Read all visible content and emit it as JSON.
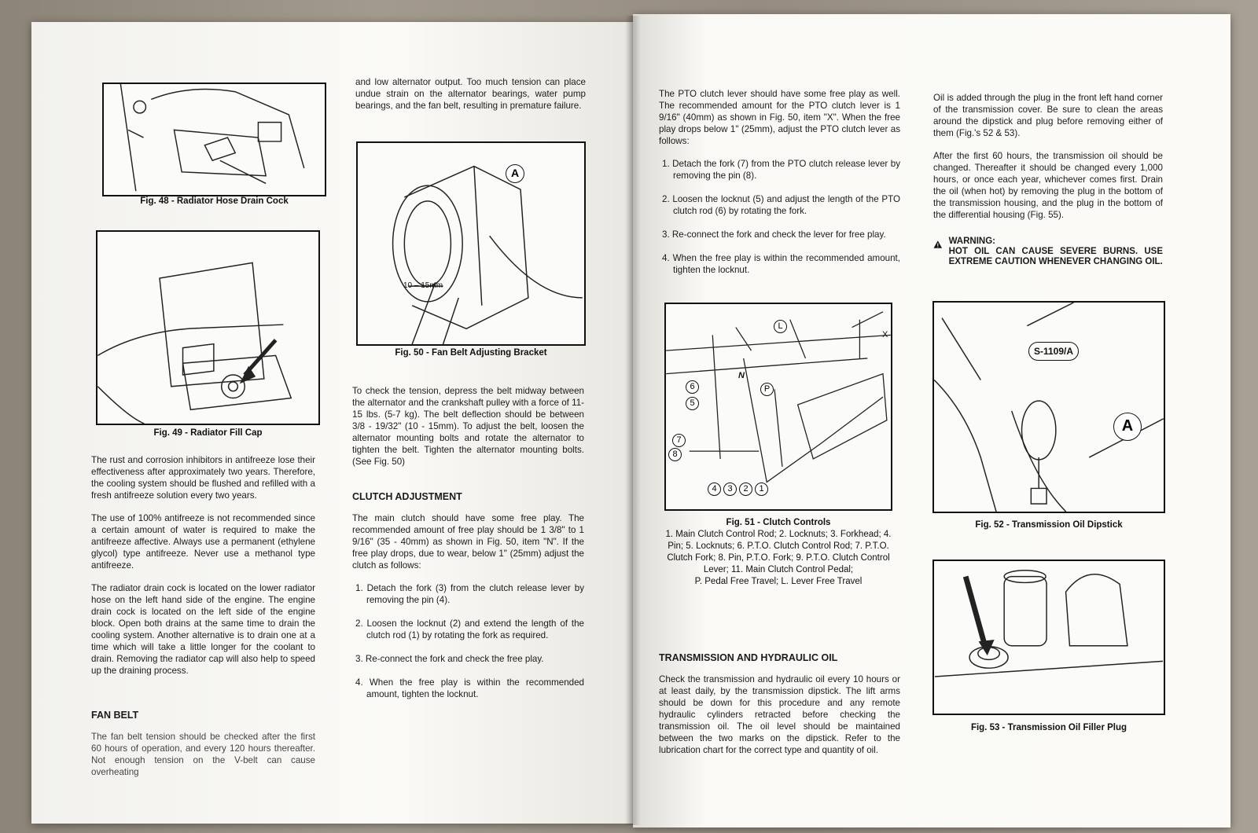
{
  "left_page": {
    "fig48": {
      "caption": "Fig. 48 - Radiator Hose Drain Cock"
    },
    "fig49": {
      "caption": "Fig. 49 - Radiator Fill Cap"
    },
    "col1": {
      "p1": "The rust and corrosion inhibitors in antifreeze lose their effectiveness after approximately two years. Therefore, the cooling system should be flushed and refilled with a fresh antifreeze solution every two years.",
      "p2": "The use of 100% antifreeze is not recommended since a certain amount of water is required to make the antifreeze affective. Always use a permanent (ethylene glycol) type antifreeze. Never use a methanol type antifreeze.",
      "p3": "The radiator drain cock is located on the lower radiator hose on the left hand side of the engine. The engine drain cock is located on the left side of the engine block. Open both drains at the same time to drain the cooling system. Another alternative is to drain one at a time which will take a little longer for the coolant to drain. Removing the radiator cap will also help to speed up the draining process.",
      "heading": "FAN BELT",
      "p4": "The fan belt tension should be checked after the first 60 hours of operation, and every 120 hours thereafter. Not enough tension on the V-belt can cause overheating"
    },
    "col2": {
      "p0": "and low alternator output. Too much tension can place undue strain on the alternator bearings, water pump bearings, and the fan belt, resulting in premature failure.",
      "fig50": {
        "caption": "Fig. 50 - Fan Belt Adjusting Bracket",
        "label_a": "A",
        "label_dim": "10 – 15mm"
      },
      "p1": "To check the tension, depress the belt midway between the alternator and the crankshaft pulley with a force of 11-15 lbs. (5-7 kg). The belt deflection should be between 3/8 - 19/32\" (10 - 15mm). To adjust the belt, loosen the alternator mounting bolts and rotate the alternator to tighten the belt. Tighten the alternator mounting bolts. (See Fig. 50)",
      "heading": "CLUTCH ADJUSTMENT",
      "p2": "The main clutch should have some free play. The recommended amount of free play should be 1 3/8\" to 1 9/16\" (35 - 40mm) as shown in Fig. 50, item \"N\". If the free play drops, due to wear, below 1\" (25mm) adjust the clutch as follows:",
      "steps": [
        "1. Detach the fork (3) from the clutch release lever by removing the pin (4).",
        "2. Loosen the locknut (2) and extend the length of the clutch rod (1) by rotating the fork as required.",
        "3. Re-connect the fork and check the free play.",
        "4. When the free play is within the recommended amount, tighten the locknut."
      ]
    }
  },
  "right_page": {
    "col3": {
      "p1": "The PTO clutch lever should have some free play as well. The recommended amount for the PTO clutch lever is 1 9/16\" (40mm) as shown in Fig. 50, item \"X\". When the free play drops below 1\" (25mm), adjust the PTO clutch lever as follows:",
      "steps": [
        "1. Detach the fork (7) from the PTO clutch release lever by removing the pin (8).",
        "2. Loosen the locknut (5) and adjust the length of the PTO clutch rod (6) by rotating the fork.",
        "3. Re-connect the fork and check the lever for free play.",
        "4. When the free play is within the recommended amount, tighten the locknut."
      ],
      "fig51": {
        "title": "Fig. 51 - Clutch Controls",
        "legend": "1. Main Clutch Control Rod; 2. Locknuts; 3. Forkhead; 4. Pin; 5. Locknuts; 6. P.T.O. Clutch Control Rod; 7. P.T.O. Clutch Fork; 8. Pin, P.T.O. Fork; 9. P.T.O. Clutch Control Lever; 11. Main Clutch Control Pedal;",
        "legend2": "P. Pedal Free Travel; L. Lever Free Travel",
        "callouts": [
          "6",
          "5",
          "7",
          "8",
          "4",
          "3",
          "2",
          "1",
          "N",
          "P",
          "L",
          "X"
        ]
      },
      "heading": "TRANSMISSION AND HYDRAULIC OIL",
      "p2": "Check the transmission and hydraulic oil every 10 hours or at least daily, by the transmission dipstick. The lift arms should be down for this procedure and any remote hydraulic cylinders retracted before checking the transmission oil. The oil level should be maintained between the two marks on the dipstick. Refer to the lubrication chart for the correct type and quantity of oil."
    },
    "col4": {
      "p1": "Oil is added through the plug in the front left hand corner of the transmission cover. Be sure to clean the areas around the dipstick and plug before removing either of them (Fig.'s 52 & 53).",
      "p2": "After the first 60 hours, the transmission oil should be changed. Thereafter it should be changed every 1,000 hours, or once each year, whichever comes first. Drain the oil (when hot) by removing the plug in the bottom of the transmission housing, and the plug in the bottom of the differential housing (Fig. 55).",
      "warning_title": "WARNING:",
      "warning_text": "HOT OIL CAN CAUSE SEVERE BURNS. USE EXTREME CAUTION WHENEVER CHANGING OIL.",
      "fig52": {
        "caption": "Fig. 52 - Transmission Oil Dipstick",
        "label_part": "S-1109/A",
        "label_a": "A"
      },
      "fig53": {
        "caption": "Fig. 53 - Transmission Oil Filler Plug"
      }
    }
  }
}
